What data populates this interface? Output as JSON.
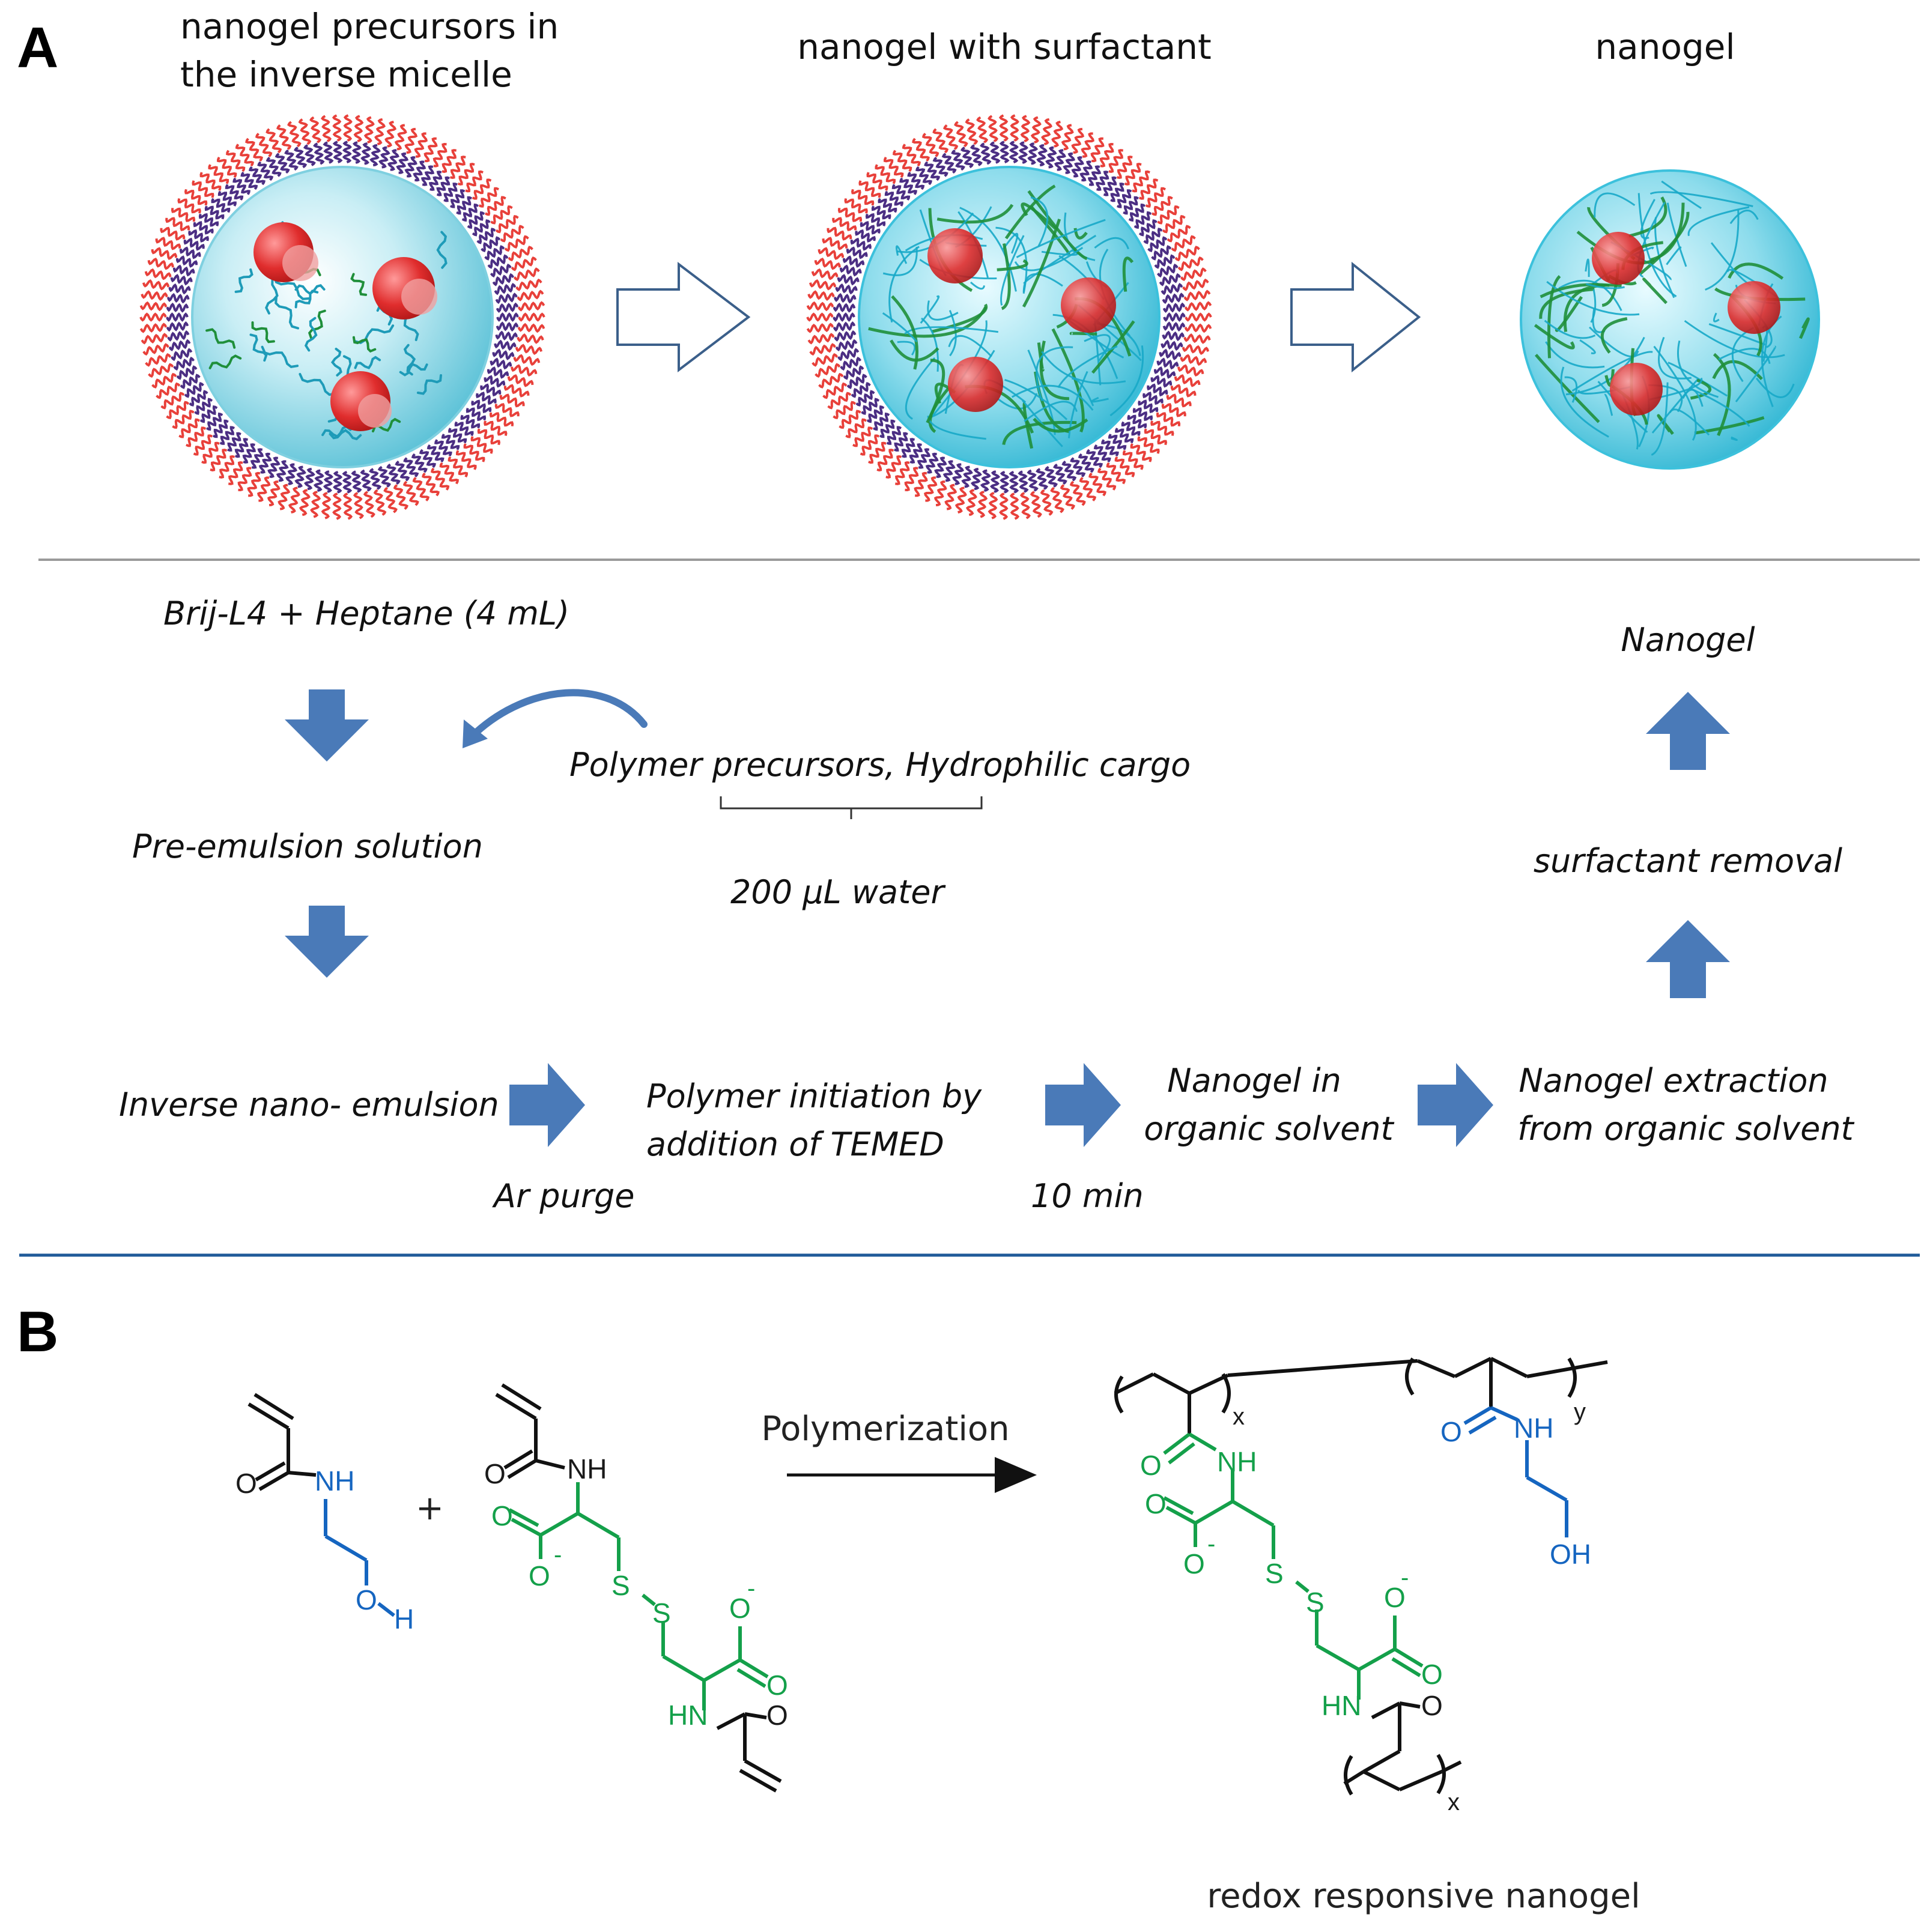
{
  "panels": {
    "a": "A",
    "b": "B"
  },
  "stage_titles": {
    "precursor_line1": "nanogel precursors in",
    "precursor_line2": "the inverse micelle",
    "with_surfactant": "nanogel with surfactant",
    "nanogel": "nanogel"
  },
  "workflow": {
    "start": "Brij-L4 + Heptane (4 mL)",
    "additive": "Polymer precursors, Hydrophilic cargo",
    "water": "200 μL water",
    "pre_emulsion": "Pre-emulsion solution",
    "inverse_emulsion": "Inverse nano- emulsion",
    "initiation_line1": "Polymer initiation by",
    "initiation_line2": "addition of TEMED",
    "ar_purge": "Ar purge",
    "in_solvent_line1": "Nanogel in",
    "in_solvent_line2": "organic solvent",
    "ten_min": "10 min",
    "extraction_line1": "Nanogel extraction",
    "extraction_line2": "from organic solvent",
    "surfactant_removal": "surfactant removal",
    "final": "Nanogel"
  },
  "reaction": {
    "plus": "+",
    "arrow_label": "Polymerization",
    "product_label": "redox responsive nanogel",
    "atoms": {
      "o": "O",
      "nh": "NH",
      "hn": "HN",
      "h": "H",
      "s": "S",
      "oh": "OH",
      "minus": "-",
      "x": "x",
      "y": "y"
    }
  },
  "colors": {
    "arrow_blue": "#4a7ab8",
    "micelle_red": "#e8403a",
    "micelle_purple": "#4b2e83",
    "core_cyan": "#9adbe8",
    "network_green": "#1f8f3a",
    "cargo_red": "#e02d2d",
    "chem_blue": "#1565c0",
    "chem_green": "#14a04a",
    "rule_blue": "#1f5a99"
  },
  "icons": [
    "block-down-arrow",
    "block-right-arrow",
    "block-up-arrow",
    "outline-right-arrow",
    "curved-arrow"
  ]
}
